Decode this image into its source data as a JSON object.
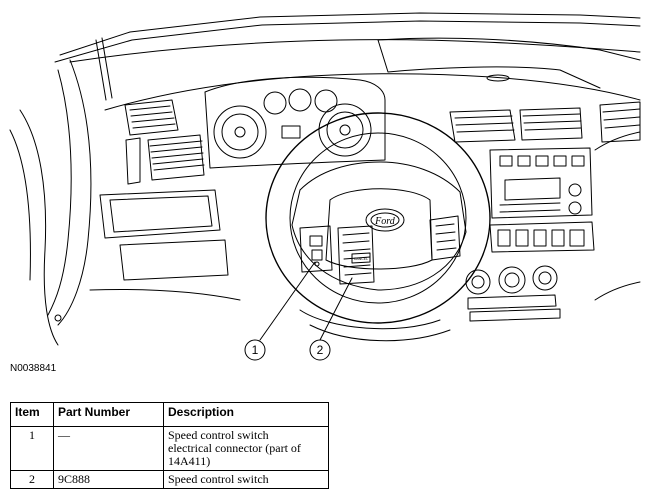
{
  "figure": {
    "id": "N0038841",
    "callouts": [
      "1",
      "2"
    ],
    "emblem_text": "Ford",
    "button_text": "CANCEL"
  },
  "table": {
    "headers": {
      "item": "Item",
      "part_number": "Part Number",
      "description": "Description"
    },
    "rows": [
      {
        "item": "1",
        "part_number": "—",
        "description": [
          "Speed control switch",
          "electrical connector (part of",
          "14A411)"
        ]
      },
      {
        "item": "2",
        "part_number": "9C888",
        "description": [
          "Speed control switch"
        ]
      }
    ]
  }
}
